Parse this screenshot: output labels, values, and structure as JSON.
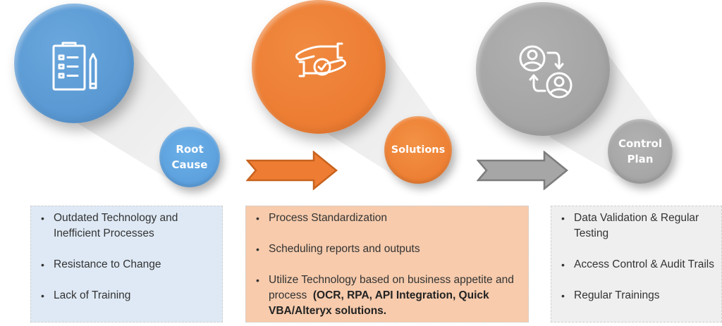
{
  "colors": {
    "blue": "#5b9bd5",
    "orange": "#ed7d31",
    "gray": "#a5a5a5",
    "blue_box": "#dee9f5",
    "orange_box": "#f7cbac",
    "gray_box": "#efefef"
  },
  "stages": [
    {
      "id": "root-cause",
      "icon": "clipboard-checklist-icon",
      "label_line1": "Root",
      "label_line2": "Cause",
      "items": [
        "Outdated Technology and Inefficient Processes",
        "Resistance to Change",
        "Lack of Training"
      ]
    },
    {
      "id": "solutions",
      "icon": "hands-check-icon",
      "label_line1": "Solutions",
      "items": [
        "Process Standardization",
        "Scheduling reports and outputs"
      ],
      "item3_plain": "Utilize Technology based on business appetite and process  ",
      "item3_bold": "(OCR, RPA, API Integration, Quick VBA/Alteryx solutions."
    },
    {
      "id": "control-plan",
      "icon": "user-exchange-icon",
      "label_line1": "Control",
      "label_line2": "Plan",
      "items": [
        "Data Validation & Regular Testing",
        "Access Control & Audit Trails",
        "Regular Trainings"
      ]
    }
  ],
  "arrows": [
    {
      "from": "root-cause",
      "to": "solutions",
      "icon": "arrow-right-icon"
    },
    {
      "from": "solutions",
      "to": "control-plan",
      "icon": "arrow-right-icon"
    }
  ]
}
